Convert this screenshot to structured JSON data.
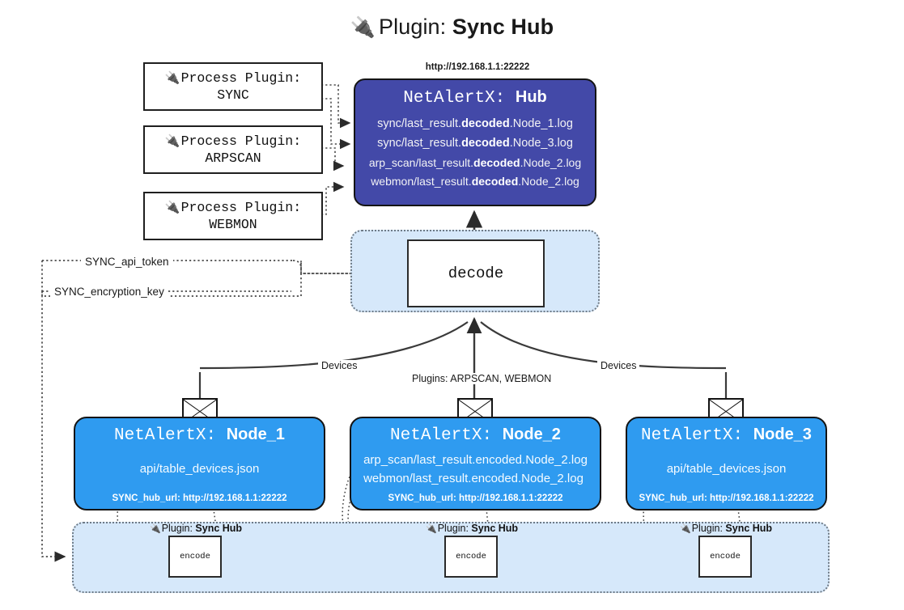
{
  "title": {
    "icon": "plug-icon",
    "prefix": "Plugin:",
    "name": "Sync Hub"
  },
  "process_plugins": [
    {
      "icon": "plug-icon",
      "label": "Process Plugin:",
      "name": "SYNC"
    },
    {
      "icon": "plug-icon",
      "label": "Process Plugin:",
      "name": "ARPSCAN"
    },
    {
      "icon": "plug-icon",
      "label": "Process Plugin:",
      "name": "WEBMON"
    }
  ],
  "hub": {
    "url": "http://192.168.1.1:22222",
    "app": "NetAlertX:",
    "name": "Hub",
    "logs": [
      {
        "pre": "sync/last_result.",
        "mid": "decoded",
        "post": ".Node_1.log"
      },
      {
        "pre": "sync/last_result.",
        "mid": "decoded",
        "post": ".Node_3.log"
      },
      {
        "pre": "arp_scan/last_result.",
        "mid": "decoded",
        "post": ".Node_2.log"
      },
      {
        "pre": "webmon/last_result.",
        "mid": "decoded",
        "post": ".Node_2.log"
      }
    ]
  },
  "decode": {
    "label": "decode"
  },
  "tokens": [
    {
      "label": "SYNC_api_token"
    },
    {
      "label": "SYNC_encryption_key"
    }
  ],
  "edge_labels": {
    "devices_left": "Devices",
    "devices_right": "Devices",
    "plugins": "Plugins: ARPSCAN, WEBMON"
  },
  "nodes": [
    {
      "app": "NetAlertX:",
      "name": "Node_1",
      "lines": [
        "api/table_devices.json"
      ],
      "foot": "SYNC_hub_url: http://192.168.1.1:22222",
      "icon": "envelope-icon"
    },
    {
      "app": "NetAlertX:",
      "name": "Node_2",
      "lines": [
        "arp_scan/last_result.encoded.Node_2.log",
        "webmon/last_result.encoded.Node_2.log"
      ],
      "foot": "SYNC_hub_url: http://192.168.1.1:22222",
      "icon": "envelope-icon"
    },
    {
      "app": "NetAlertX:",
      "name": "Node_3",
      "lines": [
        "api/table_devices.json"
      ],
      "foot": "SYNC_hub_url: http://192.168.1.1:22222",
      "icon": "envelope-icon"
    }
  ],
  "encoders": [
    {
      "caption_icon": "plug-icon",
      "caption_prefix": "Plugin:",
      "caption_name": "Sync Hub",
      "label": "encode"
    },
    {
      "caption_icon": "plug-icon",
      "caption_prefix": "Plugin:",
      "caption_name": "Sync Hub",
      "label": "encode"
    },
    {
      "caption_icon": "plug-icon",
      "caption_prefix": "Plugin:",
      "caption_name": "Sync Hub",
      "label": "encode"
    }
  ],
  "colors": {
    "hub_fill": "#4349a8",
    "node_fill": "#2f9bf0",
    "zone_fill": "#d6e8fa",
    "stroke": "#141414",
    "page_bg": "#ffffff"
  }
}
